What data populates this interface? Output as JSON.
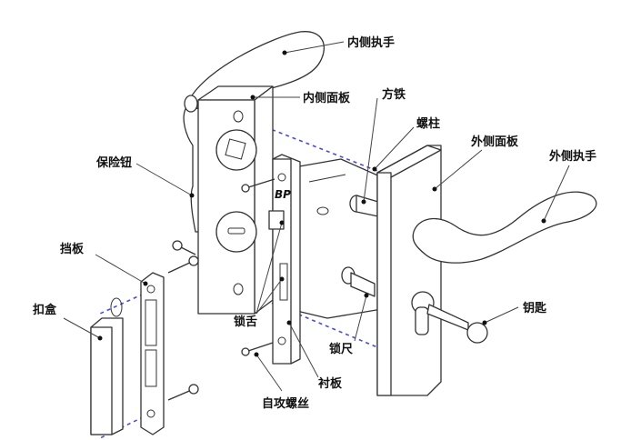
{
  "diagram": {
    "labels": {
      "inner_handle": "内侧执手",
      "inner_panel": "内侧面板",
      "square_spindle": "方铁",
      "screw_post": "螺柱",
      "outer_panel": "外侧面板",
      "outer_handle": "外侧执手",
      "safety_knob": "保险钮",
      "baffle_plate": "挡板",
      "strike_box": "扣盒",
      "latch_bolt": "锁舌",
      "lock_cylinder_bar": "锁尺",
      "face_plate": "衬板",
      "self_tapping_screw": "自攻螺丝",
      "key": "钥匙"
    },
    "mortise_mark": "BP",
    "colors": {
      "line": "#333333",
      "alignment": "#4a4ad8"
    }
  }
}
